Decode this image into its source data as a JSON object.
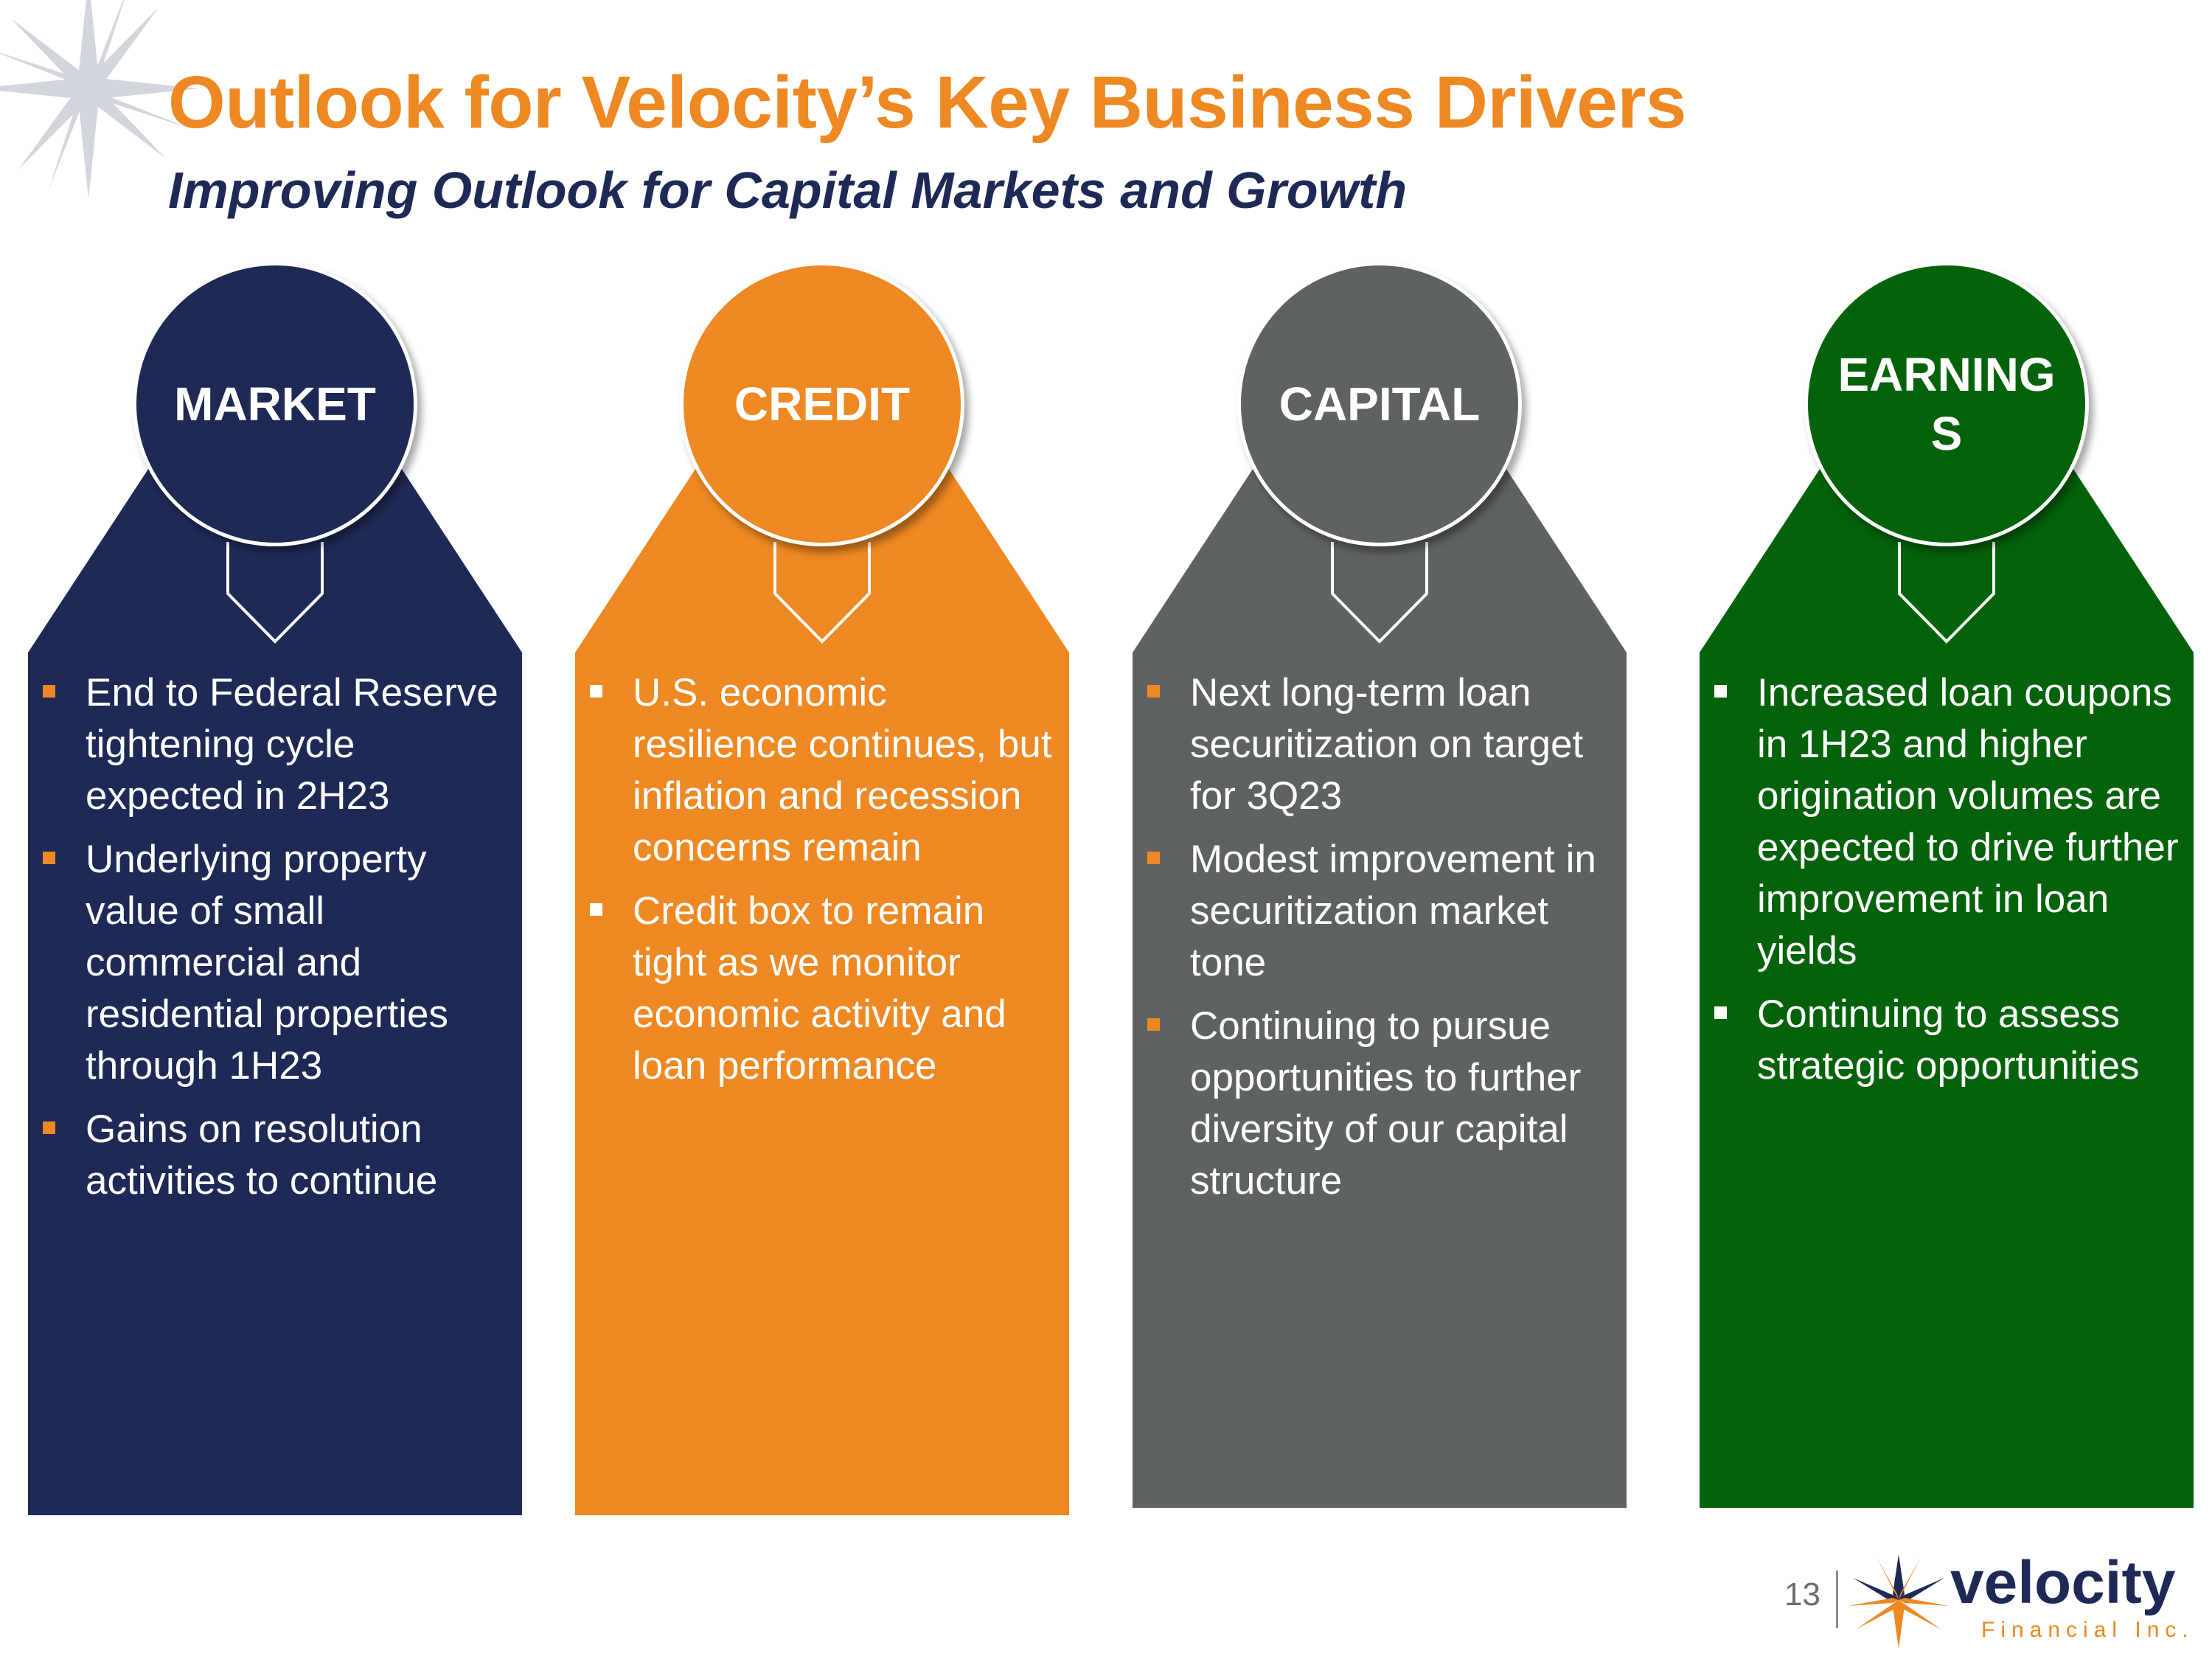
{
  "header": {
    "title": "Outlook for Velocity’s Key Business Drivers",
    "subtitle": "Improving Outlook for Capital Markets and Growth"
  },
  "columns": [
    {
      "label": "MARKET",
      "color": "#1F2956",
      "bullet_color": "#ED8822",
      "bullets": [
        "End to Federal Reserve tightening cycle expected in 2H23",
        "Underlying property value of small commercial and residential properties through 1H23",
        "Gains on resolution activities to continue"
      ]
    },
    {
      "label": "CREDIT",
      "color": "#ED8822",
      "bullet_color": "#ffffff",
      "bullets": [
        "U.S. economic resilience continues, but inflation and recession concerns remain",
        "Credit box to remain tight as we monitor economic activity and loan performance"
      ]
    },
    {
      "label": "CAPITAL",
      "color": "#5F6263",
      "bullet_color": "#ED8822",
      "bullets": [
        "Next long-term loan securitization on target for 3Q23",
        "Modest improvement in securitization market tone",
        "Continuing to pursue opportunities to further diversity of our capital structure"
      ]
    },
    {
      "label": "EARNINGS",
      "color": "#04620B",
      "bullet_color": "#ffffff",
      "bullets": [
        "Increased loan coupons in 1H23 and higher origination volumes are expected to drive further  improvement in loan yields",
        "Continuing to assess strategic opportunities"
      ]
    }
  ],
  "footer": {
    "page_number": "13",
    "logo_name": "velocity",
    "logo_tagline": "Financial Inc."
  },
  "icons": [
    "star-logo-icon",
    "bullet-square-icon"
  ]
}
